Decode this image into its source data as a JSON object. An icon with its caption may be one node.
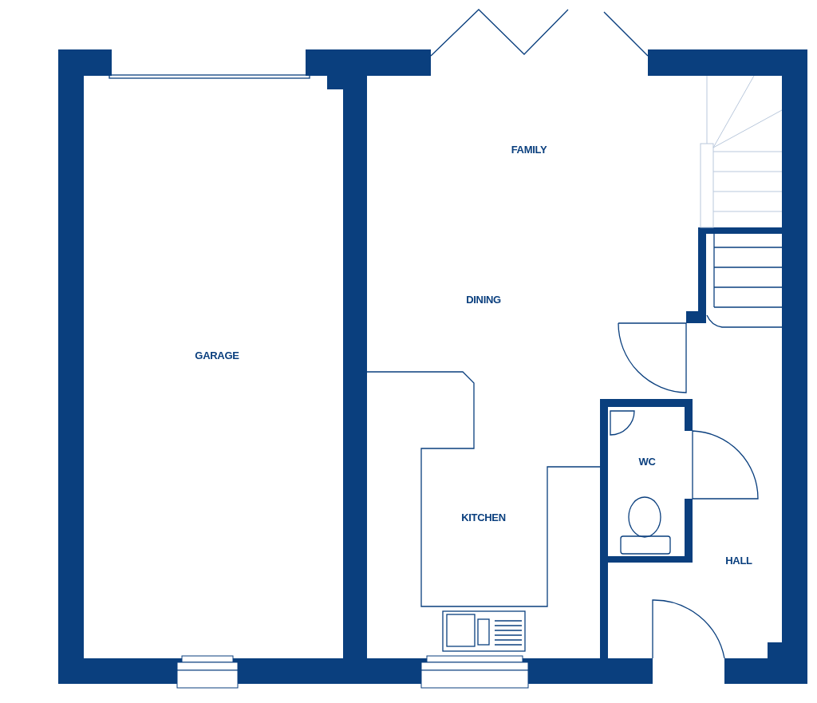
{
  "diagram": {
    "labels": [
      "FAMILY",
      "DINING",
      "GARAGE",
      "WC",
      "KITCHEN",
      "HALL"
    ]
  }
}
